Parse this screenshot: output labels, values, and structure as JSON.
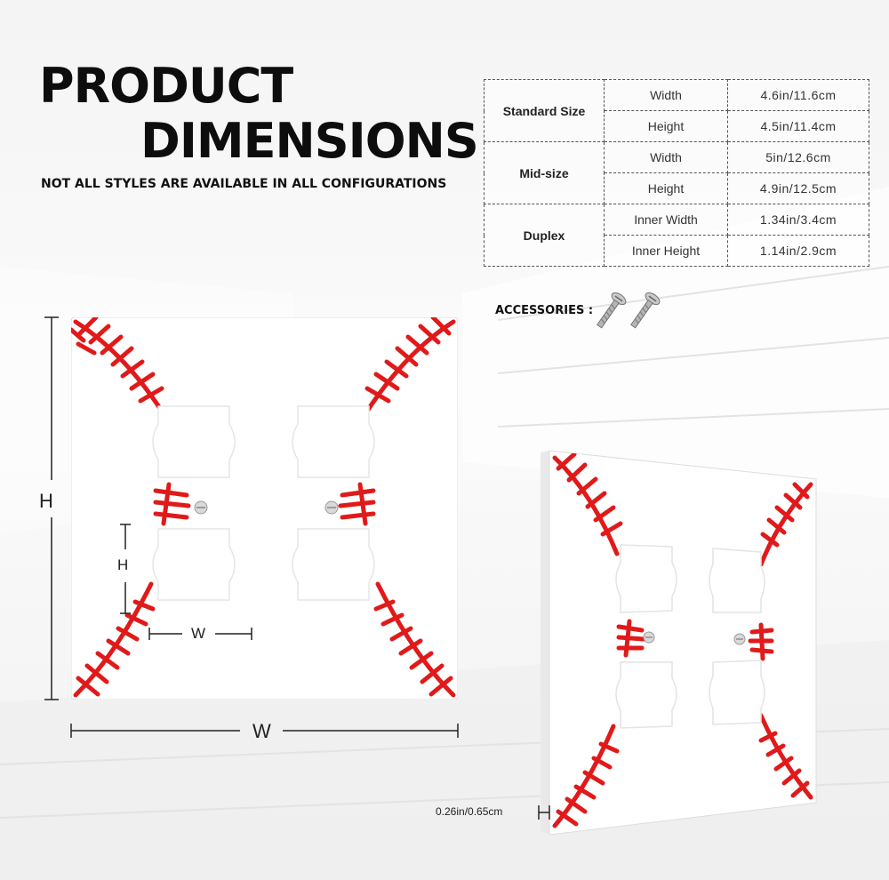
{
  "header": {
    "title_line1": "PRODUCT",
    "title_line2": "DIMENSIONS",
    "subtitle": "NOT ALL STYLES ARE AVAILABLE IN ALL CONFIGURATIONS"
  },
  "dimensions_table": {
    "groups": [
      {
        "name": "Standard Size",
        "rows": [
          {
            "dimension": "Width",
            "value": "4.6in/11.6cm"
          },
          {
            "dimension": "Height",
            "value": "4.5in/11.4cm"
          }
        ]
      },
      {
        "name": "Mid-size",
        "rows": [
          {
            "dimension": "Width",
            "value": "5in/12.6cm"
          },
          {
            "dimension": "Height",
            "value": "4.9in/12.5cm"
          }
        ]
      },
      {
        "name": "Duplex",
        "rows": [
          {
            "dimension": "Inner Width",
            "value": "1.34in/3.4cm"
          },
          {
            "dimension": "Inner Height",
            "value": "1.14in/2.9cm"
          }
        ]
      }
    ]
  },
  "accessories": {
    "label": "ACCESSORIES :",
    "icon": "screw-icon"
  },
  "diagram": {
    "plate_height_label": "H",
    "plate_width_label": "W",
    "outlet_height_label": "H",
    "outlet_width_label": "W",
    "thickness_label": "0.26in/0.65cm"
  },
  "colors": {
    "stitch_red": "#e01a1a",
    "plate_white": "#ffffff",
    "text_dark": "#111111"
  }
}
